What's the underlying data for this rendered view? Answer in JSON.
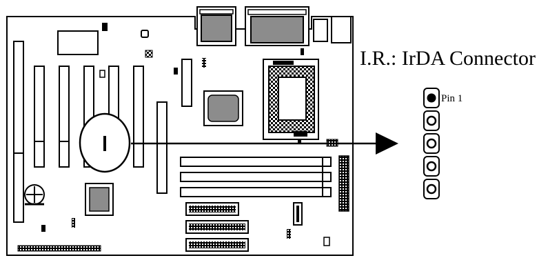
{
  "heading": "I.R.: IrDA Connector",
  "connector": {
    "pin1_label": "Pin 1",
    "pin_count": 5
  },
  "icons": {
    "board": "motherboard-icon",
    "arrow": "arrow-right-icon",
    "battery": "battery-plus-icon"
  },
  "colors": {
    "ink": "#000000",
    "chip_fill": "#8c8c8c",
    "background": "#ffffff"
  }
}
